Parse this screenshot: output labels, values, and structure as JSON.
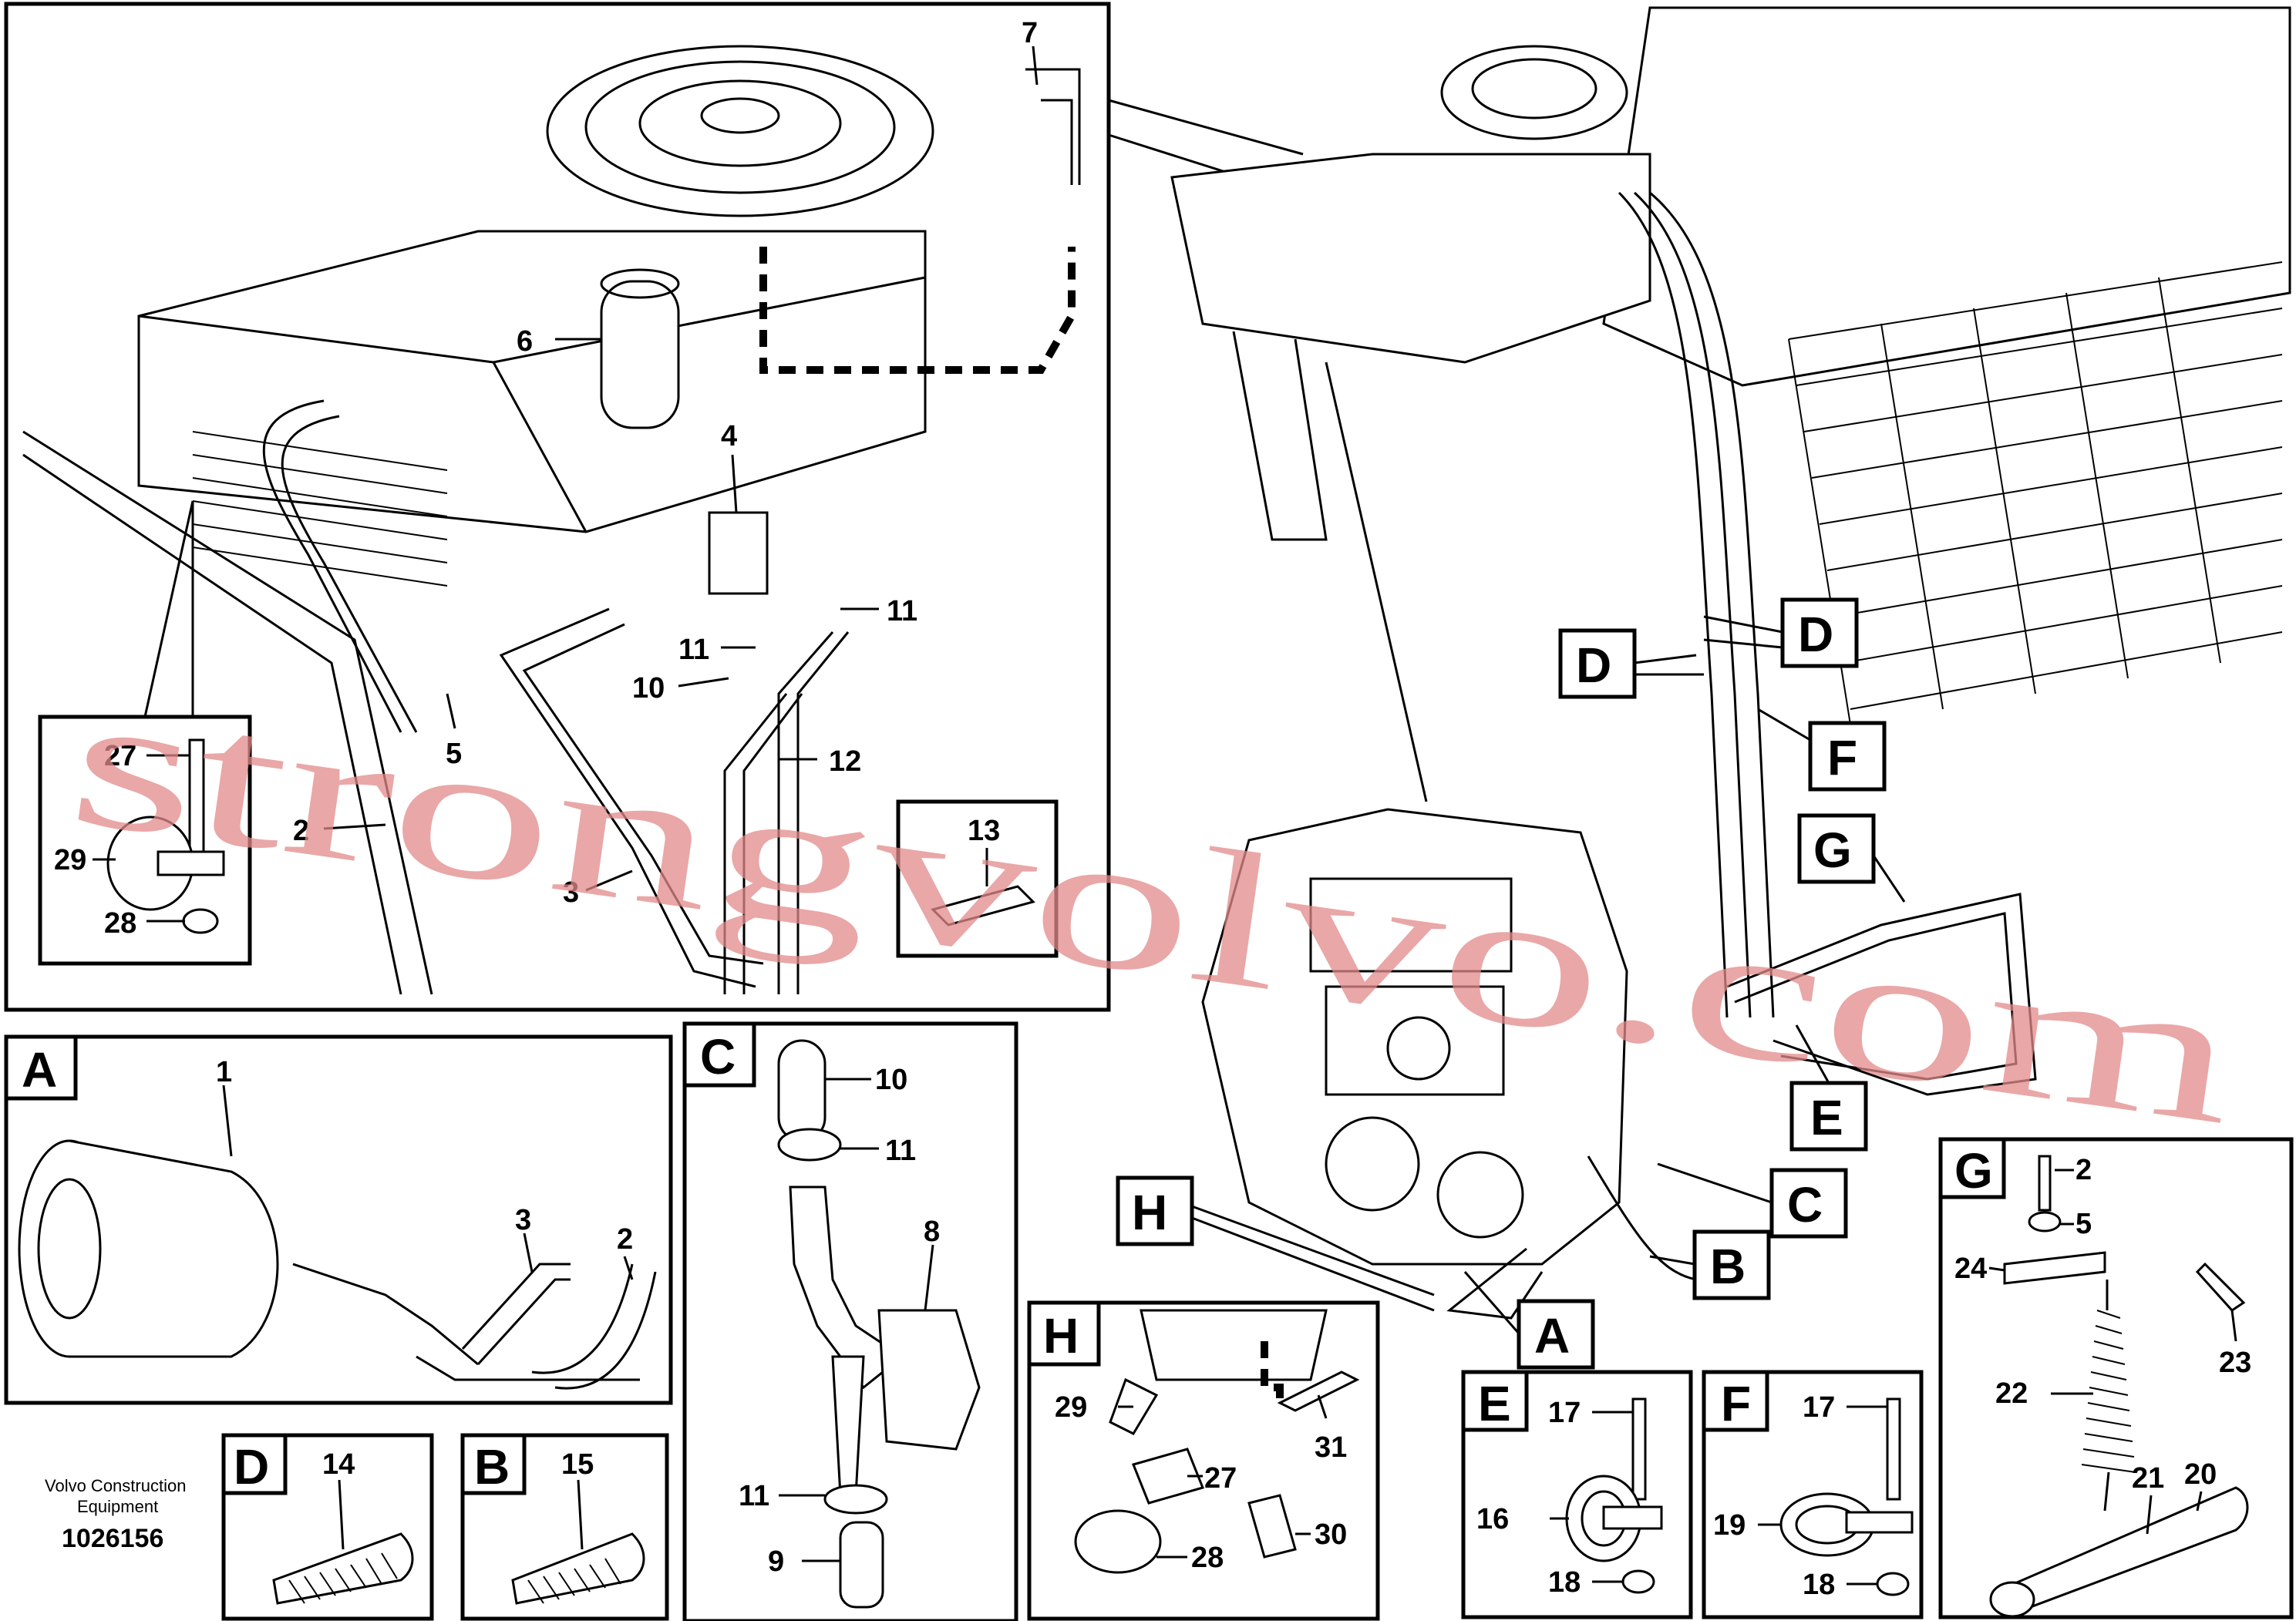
{
  "caption": {
    "line1": "Volvo Construction",
    "line2": "Equipment",
    "doc_number": "1026156"
  },
  "watermark": "strongvolvo.com",
  "section_letters": [
    "A",
    "B",
    "C",
    "D",
    "E",
    "F",
    "G",
    "H"
  ],
  "main_view_labels": [
    "7",
    "6",
    "4",
    "11",
    "11",
    "10",
    "12",
    "5",
    "2",
    "3",
    "13",
    "27",
    "29",
    "28"
  ],
  "overview_callouts": [
    "D",
    "D",
    "F",
    "G",
    "E",
    "C",
    "B",
    "H",
    "A"
  ],
  "detail_A": {
    "letter": "A",
    "labels": [
      "1",
      "3",
      "2"
    ]
  },
  "detail_C": {
    "letter": "C",
    "labels": [
      "10",
      "11",
      "8",
      "11",
      "9"
    ]
  },
  "detail_H": {
    "letter": "H",
    "labels": [
      "29",
      "31",
      "27",
      "28",
      "30"
    ]
  },
  "detail_D": {
    "letter": "D",
    "labels": [
      "14"
    ]
  },
  "detail_B": {
    "letter": "B",
    "labels": [
      "15"
    ]
  },
  "detail_E": {
    "letter": "E",
    "labels": [
      "17",
      "16",
      "18"
    ]
  },
  "detail_F": {
    "letter": "F",
    "labels": [
      "17",
      "19",
      "18"
    ]
  },
  "detail_G": {
    "letter": "G",
    "labels": [
      "2",
      "5",
      "24",
      "23",
      "22",
      "21",
      "20"
    ]
  }
}
